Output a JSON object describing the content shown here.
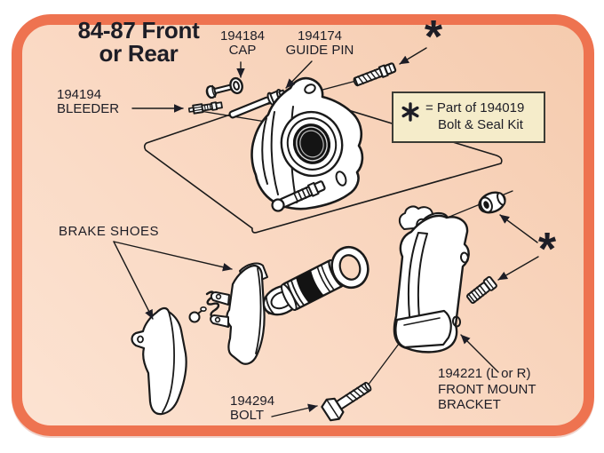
{
  "colors": {
    "frame_border": "#ee7350",
    "bg_top": "#f5cbae",
    "bg_bottom": "#fce3d2",
    "note_bg": "#f5ecca",
    "note_border": "#3c3c35",
    "ink": "#1d1d26"
  },
  "title": {
    "line1": "84-87 Front",
    "line2": "or Rear"
  },
  "labels": {
    "cap": {
      "part_no": "194184",
      "name": "CAP"
    },
    "guide_pin": {
      "part_no": "194174",
      "name": "GUIDE PIN"
    },
    "bleeder": {
      "part_no": "194194",
      "name": "BLEEDER"
    },
    "brake_shoes": {
      "name": "BRAKE SHOES"
    },
    "bolt": {
      "part_no": "194294",
      "name": "BOLT"
    },
    "bracket": {
      "part_no": "194221 (L or R)",
      "name_line1": "FRONT MOUNT",
      "name_line2": "BRACKET"
    }
  },
  "note_box": {
    "symbol": "*",
    "line1": "= Part of 194019",
    "line2": "Bolt & Seal Kit"
  },
  "asterisk_symbol": "*"
}
